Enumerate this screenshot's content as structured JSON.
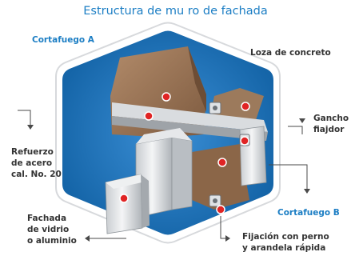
{
  "title": "Estructura de mu ro de fachada",
  "labels": {
    "cortafuego_a": "Cortafuego A",
    "loza_concreto": "Loza de concreto",
    "gancho": [
      "Gancho",
      "fiajdor"
    ],
    "refuerzo": [
      "Refuerzo",
      "de acero",
      "cal. No. 20"
    ],
    "cortafuego_b": "Cortafuego B",
    "fachada": [
      "Fachada",
      "de vidrio",
      "o aluminio"
    ],
    "fijacion": [
      "Fijación con perno",
      "y arandela rápida"
    ]
  },
  "colors": {
    "title_blue": "#1c7ec4",
    "hexagon_blue": "#1565a8",
    "hexagon_light": "#3b8fd6",
    "concrete_brown": "#9a7455",
    "marker_red": "#e02424",
    "label_dark": "#333333"
  }
}
